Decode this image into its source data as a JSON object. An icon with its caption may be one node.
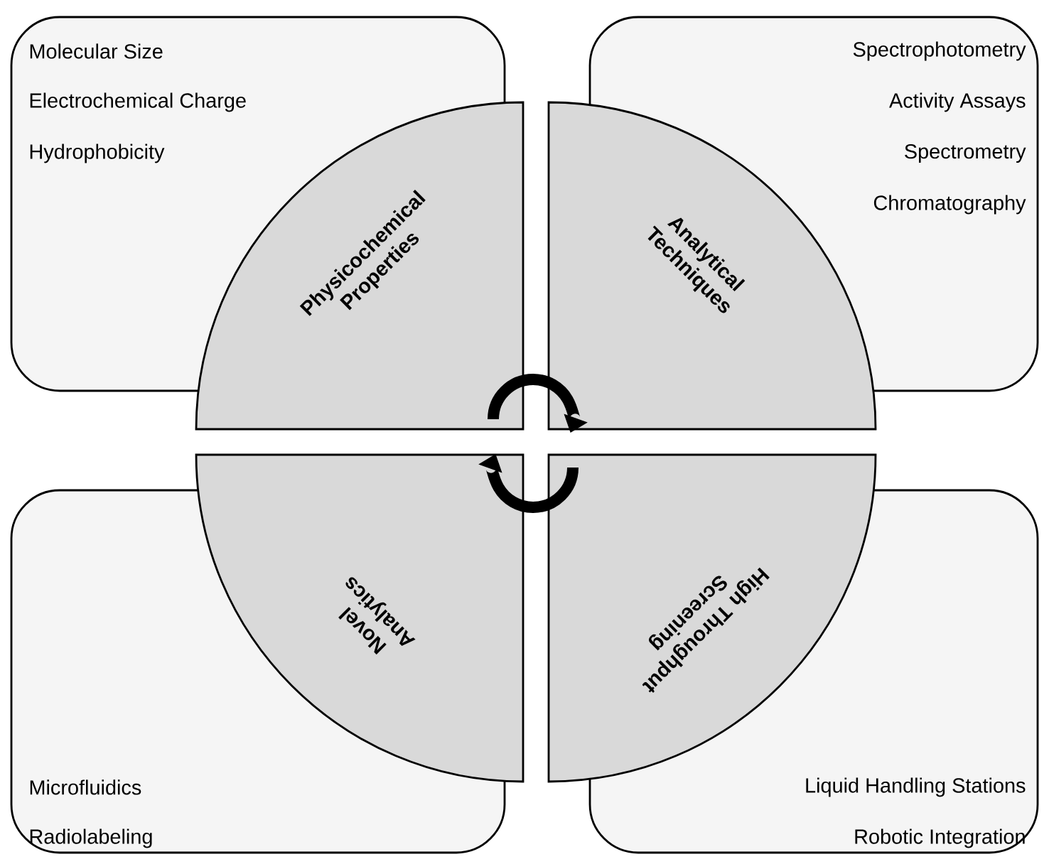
{
  "diagram": {
    "nodes": [
      {
        "text": [
          "Molecular Size",
          "Electrochemical Charge",
          "Hydrophobicity"
        ]
      },
      {
        "text": [
          "Physicochemical Properties"
        ]
      },
      {
        "text": [
          "Spectrophotometry",
          "Activity Assays",
          "Spectrometry",
          "Chromatography"
        ]
      },
      {
        "text": [
          "Analytical Techniques"
        ]
      },
      {
        "text": [
          "Microfluidics",
          "Radiolabeling"
        ]
      },
      {
        "text": [
          "Novel Analytics"
        ]
      },
      {
        "text": [
          "Liquid Handling Stations",
          "Robotic Integration"
        ]
      },
      {
        "text": [
          "High Throughput Screening"
        ]
      }
    ],
    "edges": [
      {
        "from": 1,
        "to": 3,
        "arrow": "to"
      },
      {
        "from": 7,
        "to": 5,
        "arrow": "to"
      }
    ]
  }
}
